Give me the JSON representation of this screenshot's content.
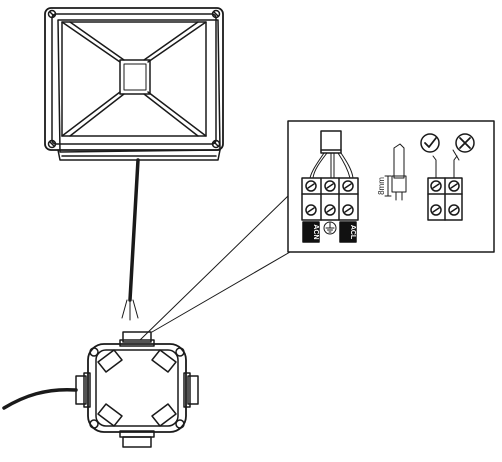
{
  "diagram": {
    "terminal_labels": {
      "neutral": "ACN",
      "live": "ACL"
    },
    "strip_length": "8mm",
    "icons": {
      "earth": "earth-ground-icon",
      "correct": "check-mark-icon",
      "incorrect": "cross-mark-icon"
    },
    "colors": {
      "stroke": "#1a1a1a",
      "fill": "#ffffff",
      "label_bg": "#111111",
      "label_text": "#ffffff"
    }
  }
}
